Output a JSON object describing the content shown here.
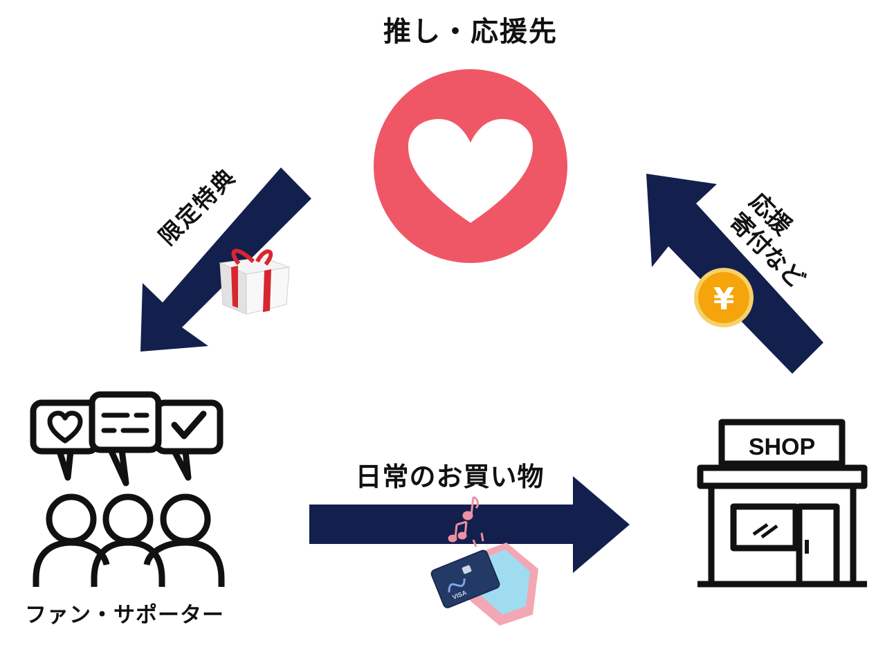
{
  "labels": {
    "top": "推し・応援先",
    "gift": "限定特典",
    "support_line1": "応援",
    "support_line2": "寄付など",
    "daily": "日常のお買い物",
    "fan": "ファン・サポーター",
    "shop_sign": "SHOP",
    "yen": "¥",
    "card_brand": "VISA"
  },
  "colors": {
    "arrow": "#13204d",
    "heart_circle": "#ef5767",
    "coin": "#f5a40b",
    "ribbon": "#d7262e",
    "icon_stroke": "#111111"
  }
}
